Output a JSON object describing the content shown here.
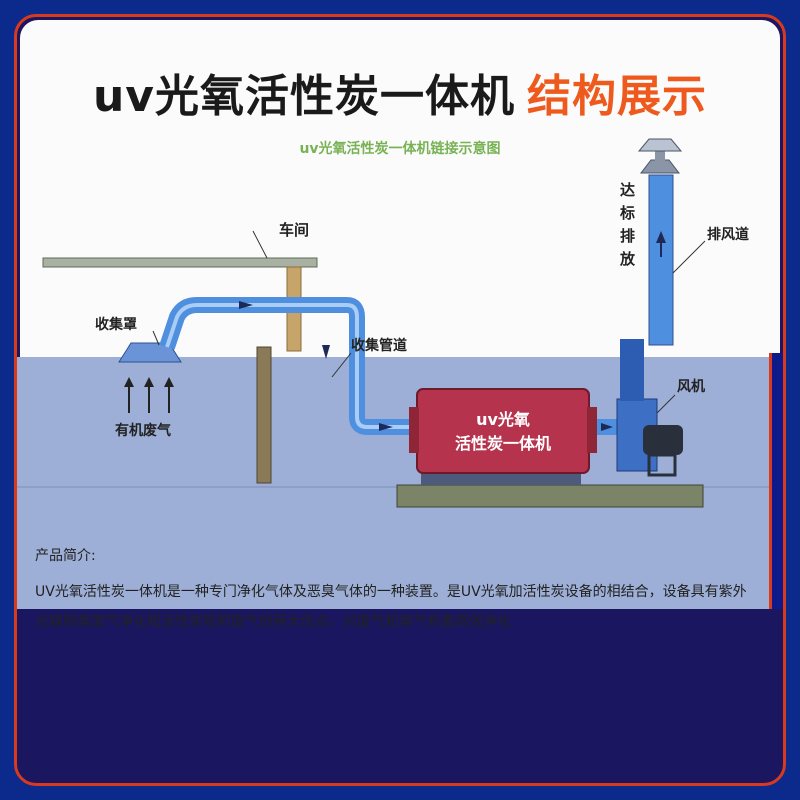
{
  "header": {
    "title_main": "uv光氧活性炭一体机",
    "title_accent": "结构展示"
  },
  "diagram": {
    "subtitle": "uv光氧活性炭一体机链接示意图",
    "labels": {
      "workshop": "车间",
      "hood": "收集罩",
      "duct": "收集管道",
      "waste_gas": "有机废气",
      "machine_line1": "uv光氧",
      "machine_line2": "活性炭一体机",
      "fan": "风机",
      "exhaust_duct": "排风道",
      "discharge_v": [
        "达",
        "标",
        "排",
        "放"
      ]
    }
  },
  "intro": {
    "heading": "产品简介:",
    "text": "UV光氧活性炭一体机是一种专门净化气体及恶臭气体的一种装置。是UV光氧加活性炭设备的相结合，设备具有紫外光媒除臭废气净化和活性炭吸附废气的两大优点，对废气和臭气有着高效净化"
  },
  "colors": {
    "border": "#d93a1e",
    "accent": "#ee5a1e",
    "subtitle": "#79b255",
    "pipe": "#4f8fe0",
    "machine": "#b6334d",
    "band": "#9dafd6"
  }
}
